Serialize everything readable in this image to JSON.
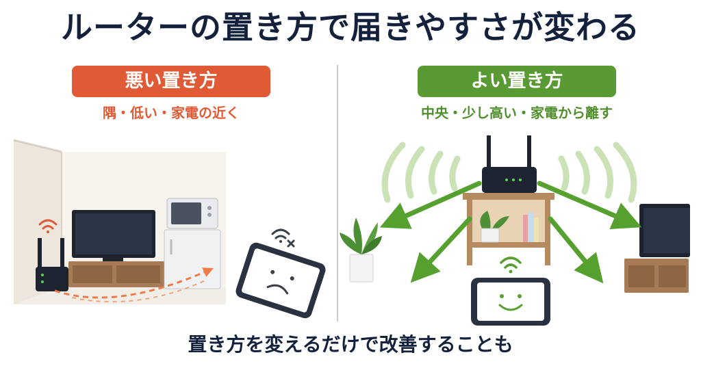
{
  "title": "ルーターの置き方で届きやすさが変わる",
  "bad": {
    "label": "悪い置き方",
    "description": "隅・低い・家電の近く",
    "color": "#e05a36"
  },
  "good": {
    "label": "よい置き方",
    "description": "中央・少し高い・家電から離す",
    "color": "#5a9a34"
  },
  "footer": "置き方を変えるだけで改善することも",
  "icons": [
    "router-icon",
    "wifi-icon",
    "wifi-off-icon",
    "sad-face-icon",
    "smile-face-icon",
    "tv-icon",
    "microwave-icon",
    "plant-icon"
  ]
}
